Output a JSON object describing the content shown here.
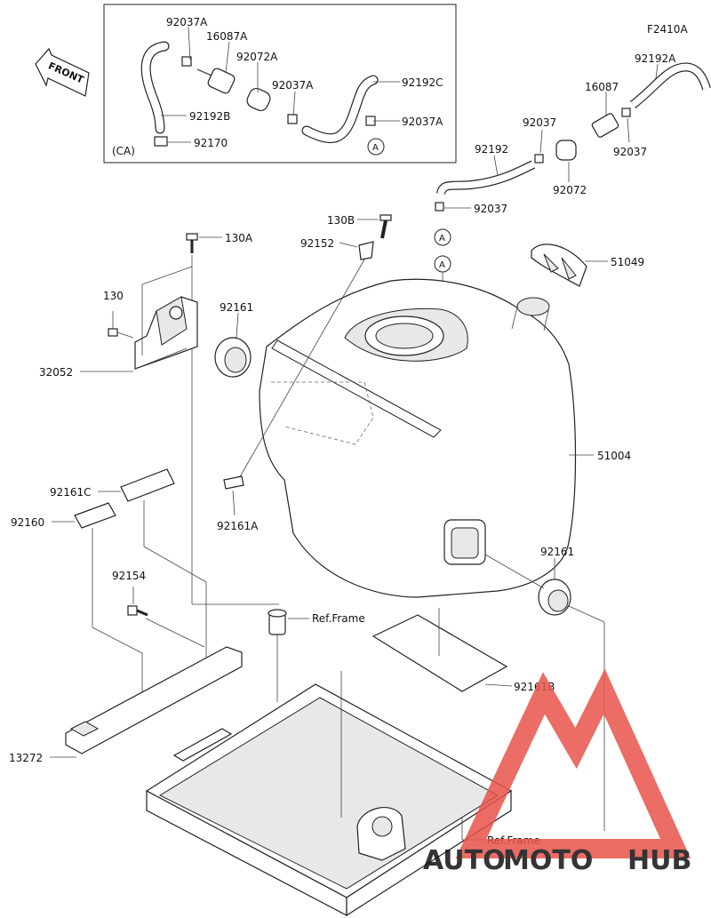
{
  "figure_code": "F2410A",
  "front_label": "FRONT",
  "inset": {
    "region_label": "(CA)",
    "part_labels": {
      "p92037A_a": "92037A",
      "p16087A": "16087A",
      "p92072A": "92072A",
      "p92037A_b": "92037A",
      "p92192C": "92192C",
      "p92037A_c": "92037A",
      "p92192B": "92192B",
      "p92170": "92170",
      "marker_a": "A"
    }
  },
  "part_labels": {
    "p92192A": "92192A",
    "p16087": "16087",
    "p92037_a": "92037",
    "p92037_b": "92037",
    "p92192": "92192",
    "p92072": "92072",
    "p92037_c": "92037",
    "p130B": "130B",
    "p92152": "92152",
    "p130A": "130A",
    "p51049": "51049",
    "p130": "130",
    "p92161_a": "92161",
    "p32052": "32052",
    "p51004": "51004",
    "p92161A": "92161A",
    "p92161C": "92161C",
    "p92160": "92160",
    "p92161_b": "92161",
    "p92154": "92154",
    "ref_frame_a": "Ref.Frame",
    "p92161B": "92161B",
    "p13272": "13272",
    "ref_frame_b": "Ref.Frame",
    "marker_a1": "A",
    "marker_a2": "A"
  },
  "watermark": {
    "text_auto": "AUTO",
    "text_moto": "MOTO",
    "text_hub": "HUB",
    "color_red": "#e8534a",
    "color_orange": "#f0a030",
    "color_grey": "#9a9a9a"
  }
}
